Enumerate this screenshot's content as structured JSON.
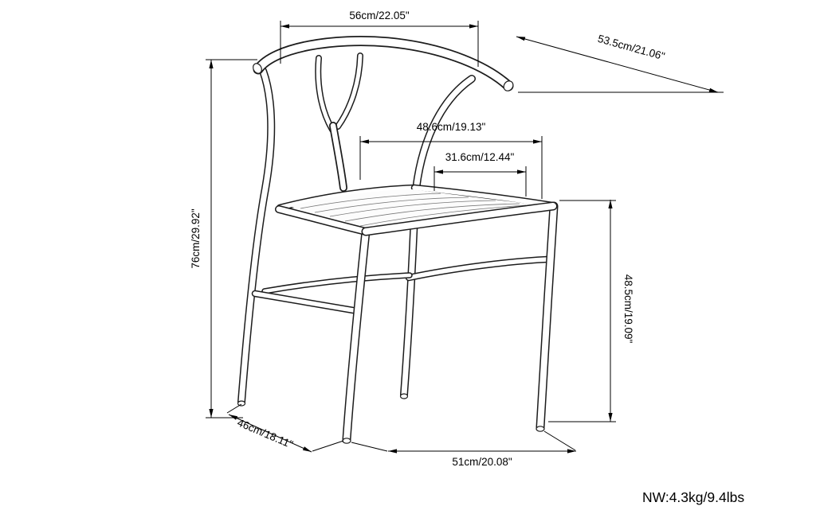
{
  "diagram": {
    "kind": "chair-dimension-drawing",
    "subject": "wishbone-chair",
    "line_color": "#1c1c1c",
    "net_weight_label": "NW:4.3kg/9.4lbs",
    "dims": {
      "top_width": {
        "label": "56cm/22.05\""
      },
      "arm_diagonal": {
        "label": "53.5cm/21.06\""
      },
      "back_width": {
        "label": "48.6cm/19.13\""
      },
      "inner_seat_width": {
        "label": "31.6cm/12.44\""
      },
      "overall_height": {
        "label": "76cm/29.92\""
      },
      "seat_height": {
        "label": "48.5cm/19.09\""
      },
      "seat_depth": {
        "label": "46cm/18.11\""
      },
      "front_width": {
        "label": "51cm/20.08\""
      }
    }
  }
}
